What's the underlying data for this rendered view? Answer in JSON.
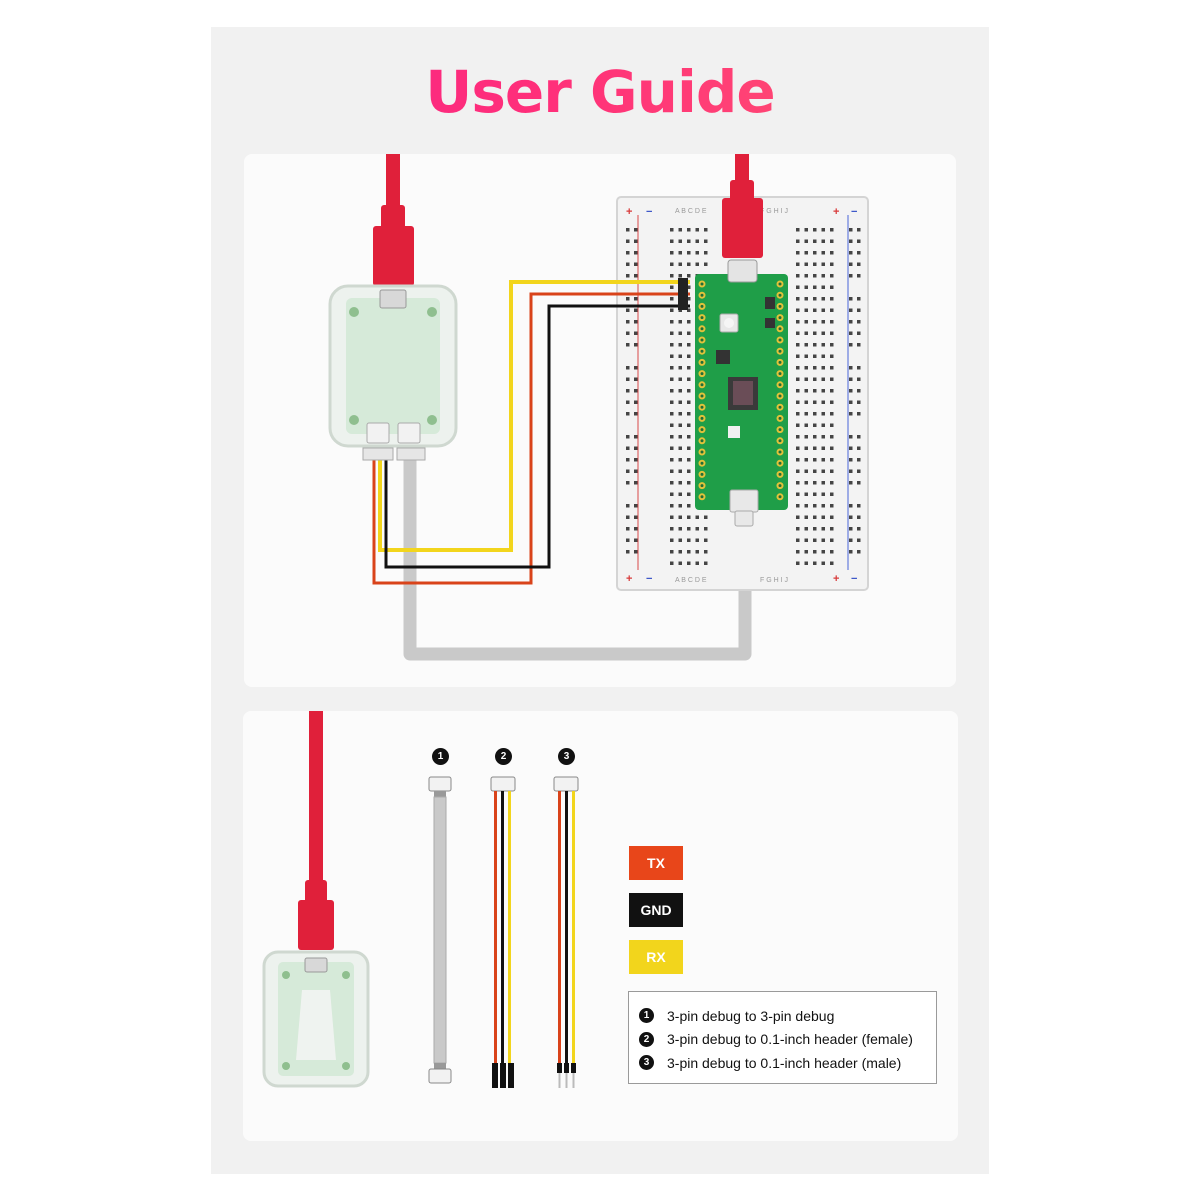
{
  "header": {
    "title": "User Guide"
  },
  "legend": {
    "chips": [
      {
        "label": "TX",
        "color": "#e8461a"
      },
      {
        "label": "GND",
        "color": "#111111"
      },
      {
        "label": "RX",
        "color": "#f2d51c"
      }
    ],
    "items": [
      {
        "num": "1",
        "text": "3-pin debug to 3-pin debug"
      },
      {
        "num": "2",
        "text": "3-pin debug to 0.1-inch header (female)"
      },
      {
        "num": "3",
        "text": "3-pin debug to 0.1-inch header (male)"
      }
    ]
  },
  "cables": [
    {
      "num": "1"
    },
    {
      "num": "2"
    },
    {
      "num": "3"
    }
  ],
  "breadboard": {
    "column_letters_left": "A B C D E",
    "column_letters_right": "F G H I J",
    "plus": "+",
    "minus": "−"
  },
  "colors": {
    "usb_red": "#e0203a",
    "wire_yellow": "#f2d51c",
    "wire_orange": "#d9431a",
    "wire_black": "#111111",
    "cable_grey": "#c9c9c9",
    "pcb_green": "#1f9e48"
  }
}
